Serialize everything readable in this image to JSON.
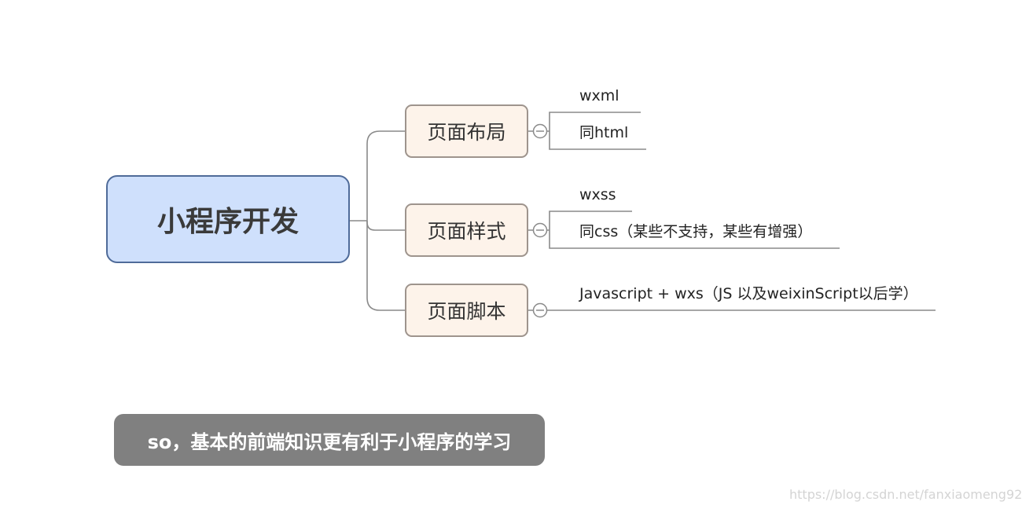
{
  "root": {
    "label": "小程序开发"
  },
  "branches": [
    {
      "label": "页面布局",
      "leaves": [
        "wxml",
        "同html"
      ]
    },
    {
      "label": "页面样式",
      "leaves": [
        "wxss",
        "同css（某些不支持，某些有增强）"
      ]
    },
    {
      "label": "页面脚本",
      "leaves": [
        "Javascript + wxs（JS 以及weixinScript以后学）"
      ]
    }
  ],
  "summary": {
    "text": "so，基本的前端知识更有利于小程序的学习"
  },
  "watermark": {
    "text": "https://blog.csdn.net/fanxiaomeng92"
  },
  "colors": {
    "root_fill": "#cfe0fc",
    "root_border": "#4f6b99",
    "branch_fill": "#fdf3ea",
    "branch_border": "#9e948d",
    "connector": "#8a8a8a",
    "summary_fill": "#808080"
  },
  "icons": {
    "collapse": "minus-circle-icon"
  }
}
